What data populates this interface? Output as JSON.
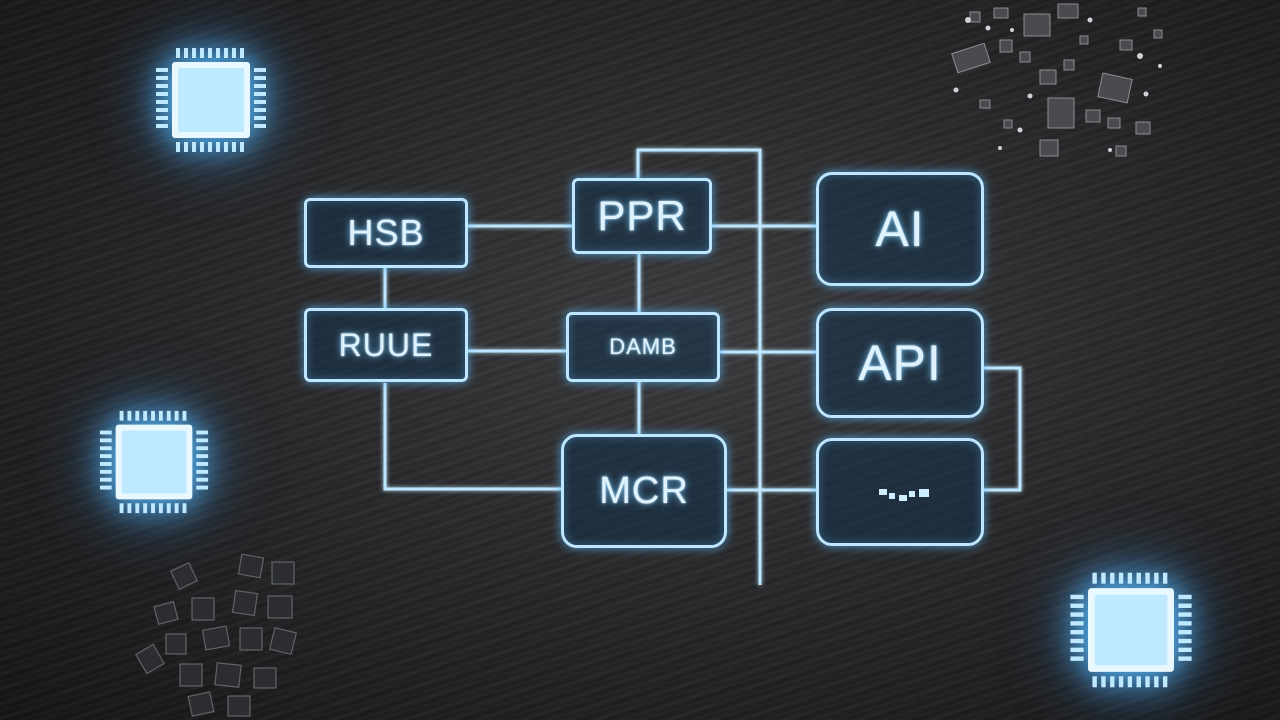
{
  "diagram": {
    "nodes": [
      {
        "id": "hsb",
        "label": "HSB"
      },
      {
        "id": "ruue",
        "label": "RUUE"
      },
      {
        "id": "ppr",
        "label": "PPR"
      },
      {
        "id": "damb",
        "label": "DAMB"
      },
      {
        "id": "mcr",
        "label": "MCR"
      },
      {
        "id": "ai",
        "label": "AI"
      },
      {
        "id": "api",
        "label": "API"
      },
      {
        "id": "blank",
        "label": ""
      }
    ],
    "edges": [
      {
        "from": "hsb",
        "to": "ppr"
      },
      {
        "from": "hsb",
        "to": "ruue"
      },
      {
        "from": "ruue",
        "to": "damb"
      },
      {
        "from": "ruue",
        "to": "mcr"
      },
      {
        "from": "ppr",
        "to": "damb"
      },
      {
        "from": "damb",
        "to": "mcr"
      },
      {
        "from": "ppr",
        "to": "ai"
      },
      {
        "from": "damb",
        "to": "api"
      },
      {
        "from": "mcr",
        "to": "blank"
      },
      {
        "from": "api",
        "to": "blank"
      }
    ]
  },
  "decor": {
    "chips": [
      "chip-icon",
      "chip-icon",
      "chip-icon"
    ],
    "glow_color": "#5abeff",
    "line_color": "#bfe6ff",
    "background_color": "#2a2a2c"
  }
}
